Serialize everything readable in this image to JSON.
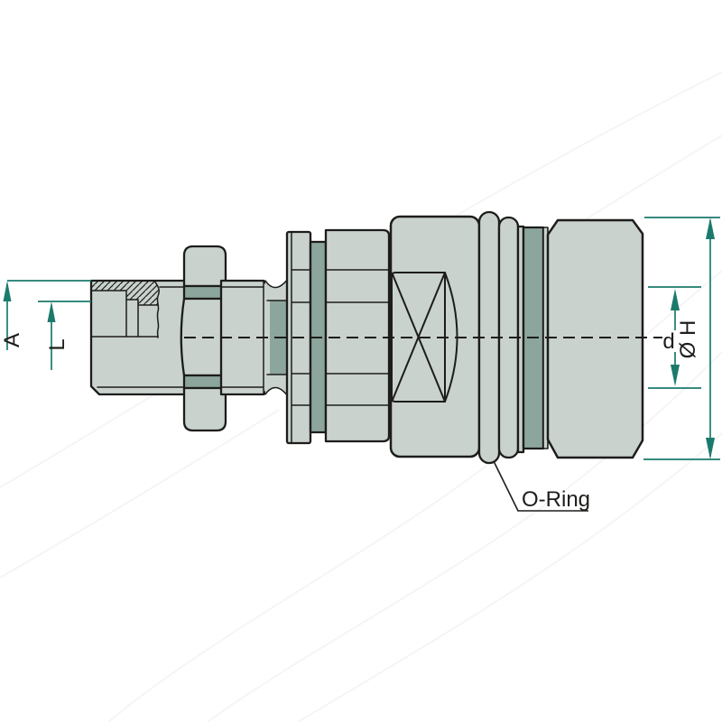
{
  "drawing": {
    "type": "technical-section-drawing",
    "subject": "male-thread quick-release coupling",
    "labels": {
      "dim_a": "A",
      "dim_l": "L",
      "dim_d": "d",
      "dim_diameter_h": "Ø H",
      "oring_callout": "O-Ring"
    },
    "colors": {
      "background": "#ffffff",
      "body_fill": "#c9d2cd",
      "recess_fill": "#8ca69d",
      "outline": "#1d1d1b",
      "dimension_lines": "#1b7a6c",
      "label_text": "#1d1d1b"
    }
  }
}
